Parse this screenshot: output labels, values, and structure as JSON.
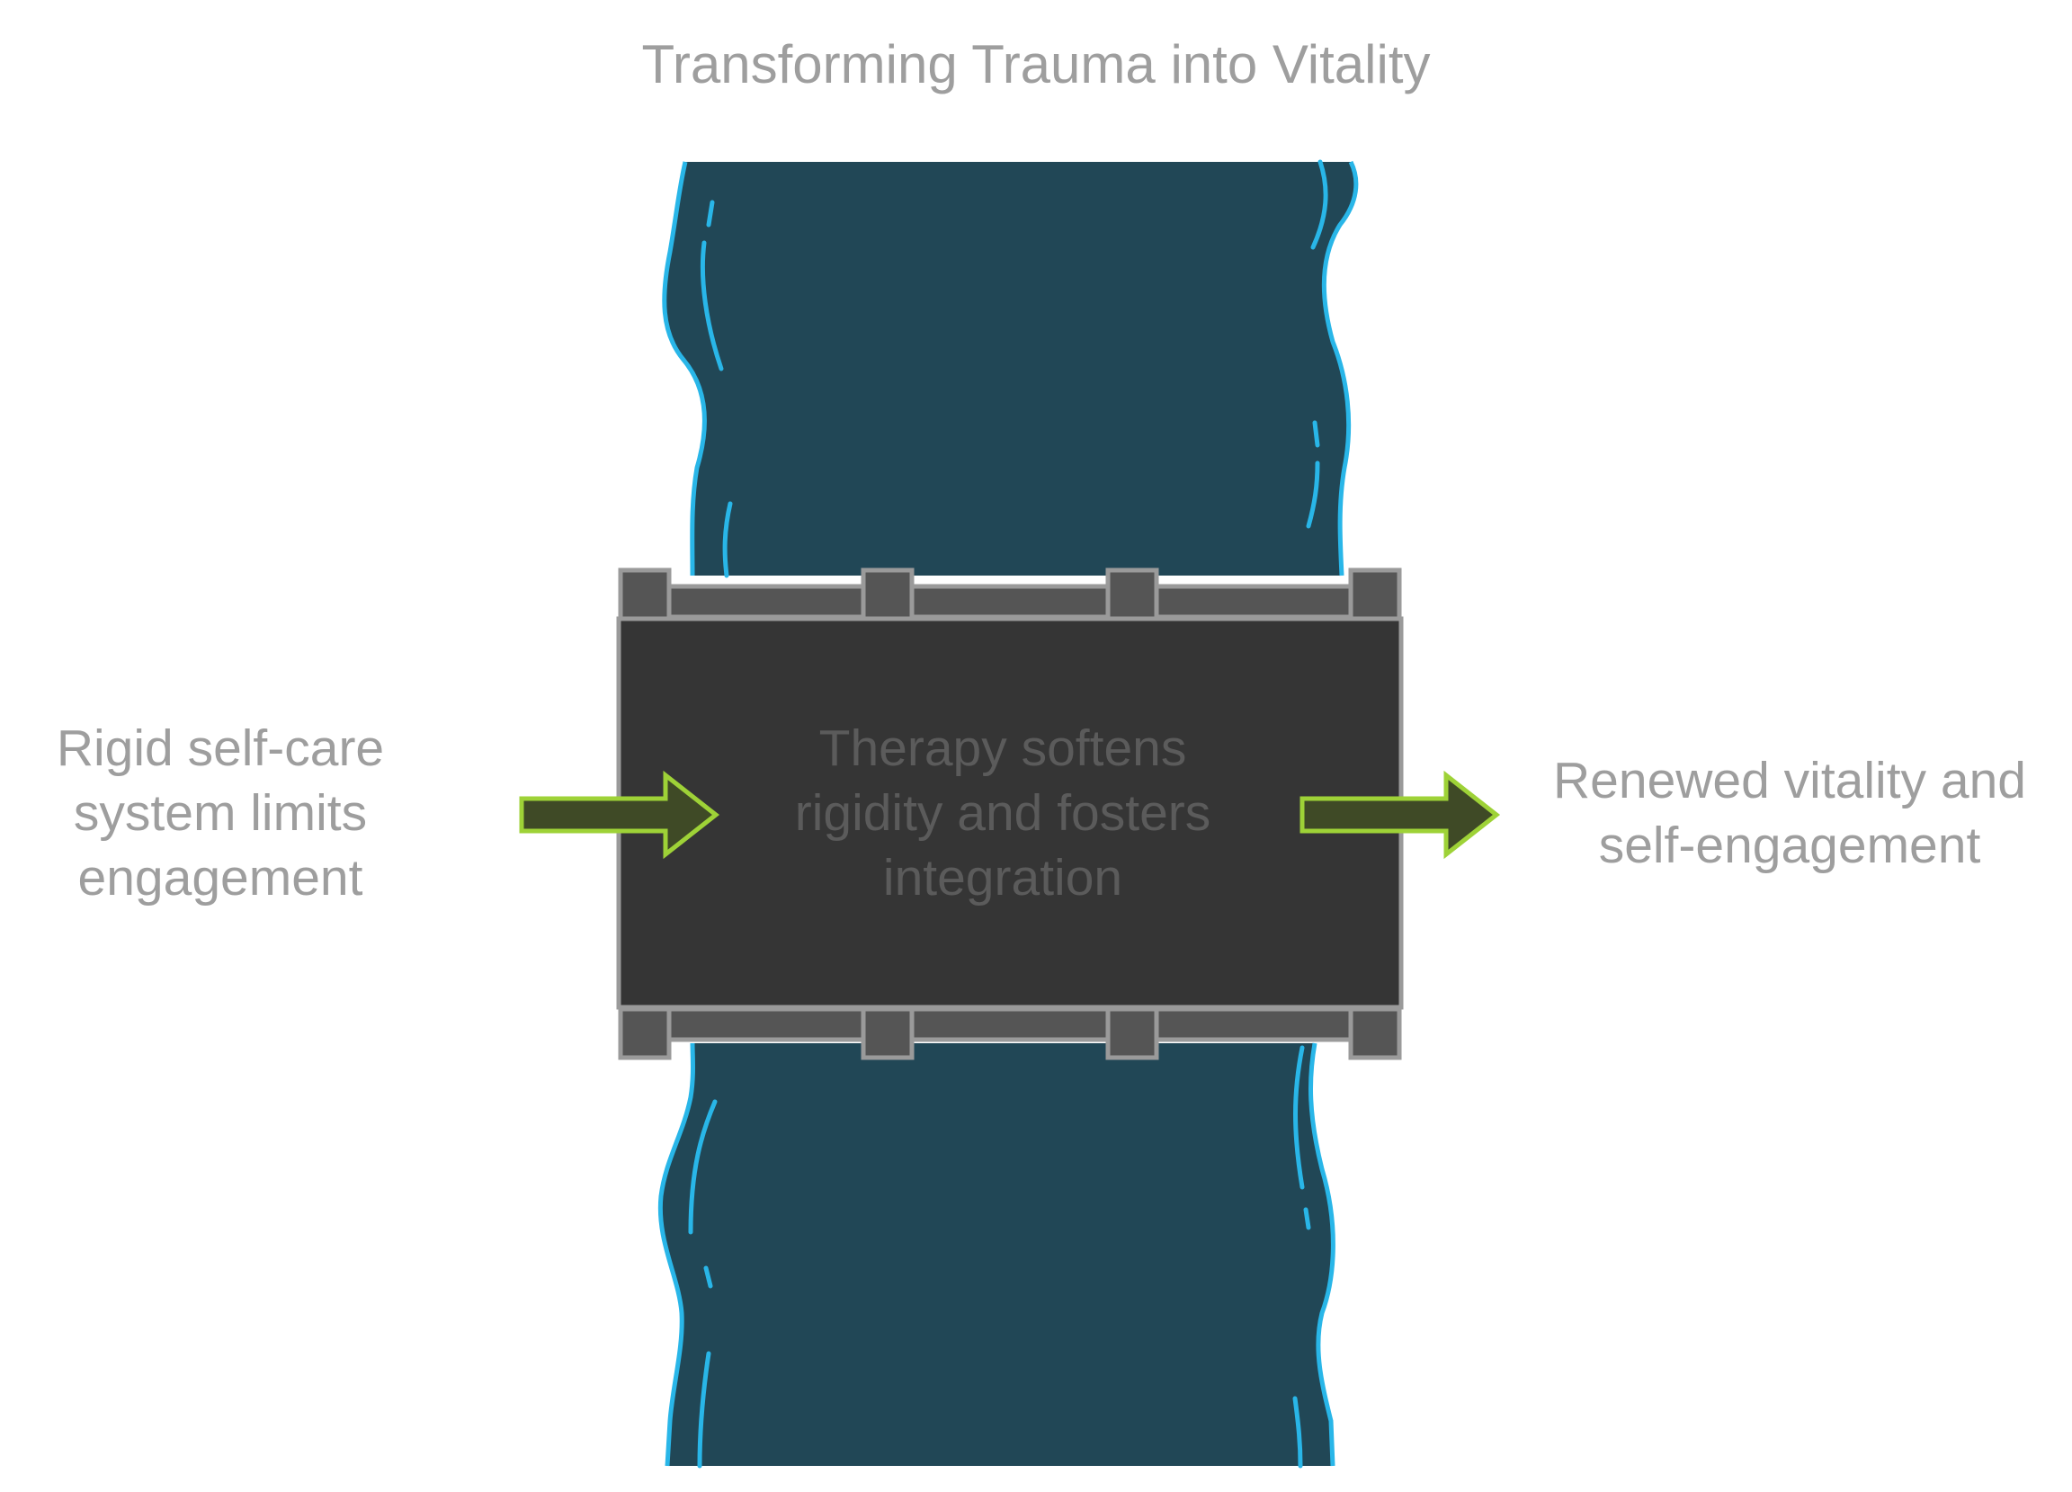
{
  "title": "Transforming Trauma into Vitality",
  "input_label": [
    "Rigid self-care",
    "system limits",
    "engagement"
  ],
  "process_label": [
    "Therapy softens",
    "rigidity and fosters",
    "integration"
  ],
  "output_label": [
    "Renewed vitality and",
    "self-engagement"
  ],
  "colors": {
    "river": "#214756",
    "river_edge": "#29b6e8",
    "bridge_deck": "#353535",
    "bridge_rail": "#555555",
    "bridge_edge": "#9a9a9a",
    "arrow_fill": "#3f4a26",
    "arrow_edge": "#9ed237",
    "text": "#9e9e9e"
  }
}
